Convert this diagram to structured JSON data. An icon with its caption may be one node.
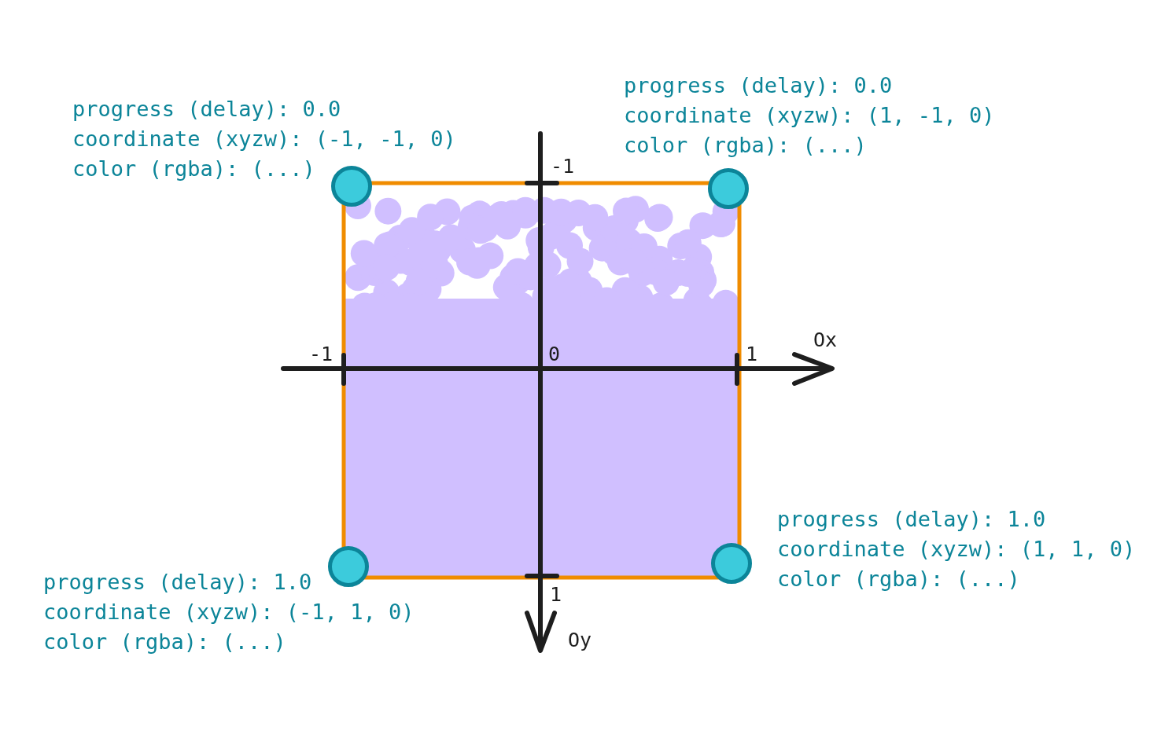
{
  "diagram": {
    "nodes": [
      {
        "text": [],
        "shape": "circle",
        "beside": [
          "progress (delay): 0.0",
          "coordinate (xyzw): (-1, -1, 0)",
          "color (rgba): (...)"
        ]
      },
      {
        "text": [],
        "shape": "circle",
        "beside": [
          "progress (delay): 0.0",
          "coordinate (xyzw): (1, -1, 0)",
          "color (rgba): (...)"
        ]
      },
      {
        "text": [],
        "shape": "circle",
        "beside": [
          "progress (delay): 1.0",
          "coordinate (xyzw): (-1, 1, 0)",
          "color (rgba): (...)"
        ]
      },
      {
        "text": [],
        "shape": "circle",
        "beside": [
          "progress (delay): 1.0",
          "coordinate (xyzw): (1, 1, 0)",
          "color (rgba): (...)"
        ]
      }
    ],
    "labels": [
      "-1",
      "Ox",
      "-1",
      "0",
      "1",
      "1",
      "Oy"
    ]
  }
}
